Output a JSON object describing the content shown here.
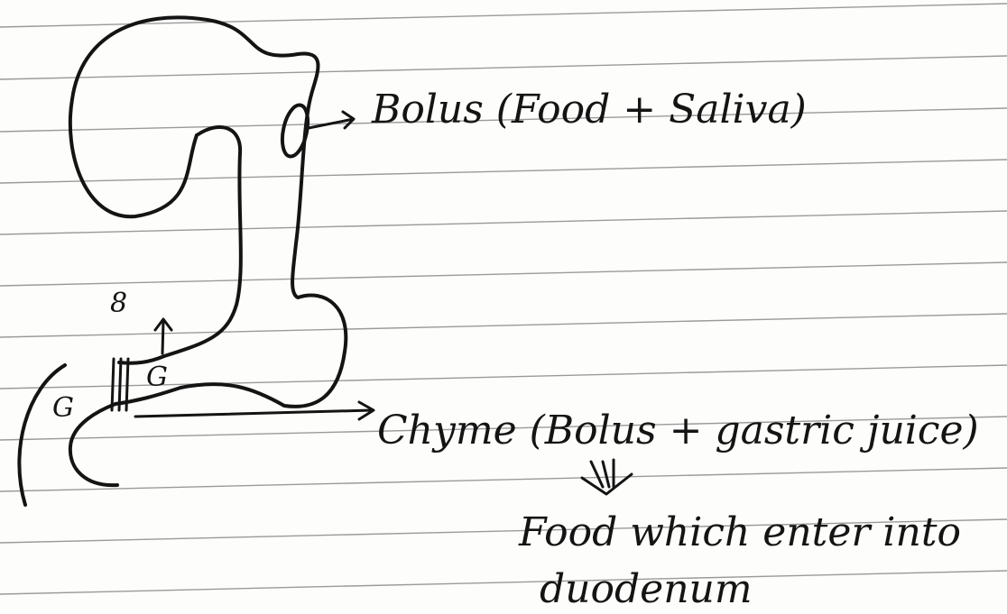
{
  "diagram": {
    "labels": {
      "bolus": "Bolus (Food + Saliva)",
      "chyme": "Chyme (Bolus + gastric juice)",
      "equivalence_mark": "⇓",
      "result_line1": "Food which enter into",
      "result_line2": "duodenum",
      "mark_left": "G",
      "mark_right": "G",
      "mark_top": "8"
    }
  },
  "colors": {
    "ink": "#141414",
    "paper": "#fdfdfb",
    "rule_line": "#9a9a9a"
  }
}
